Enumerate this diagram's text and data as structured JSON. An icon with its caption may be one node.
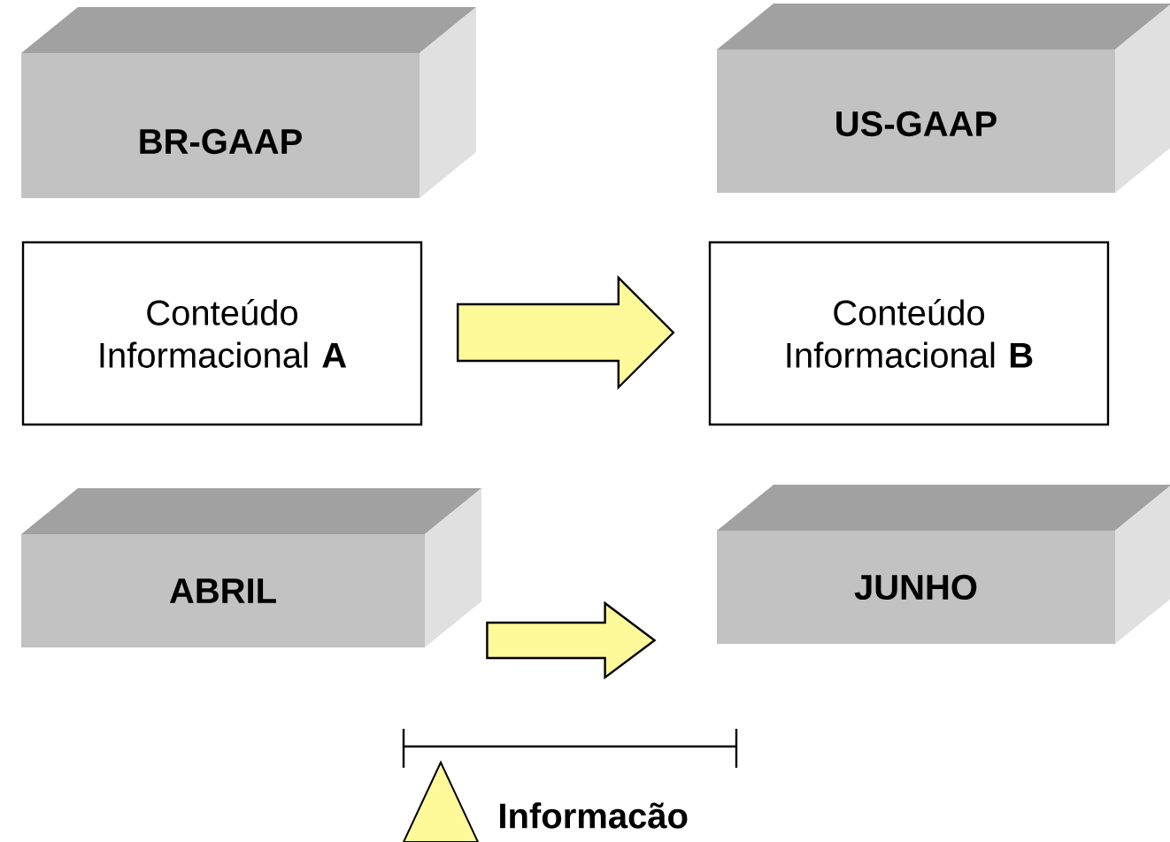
{
  "diagram": {
    "nodes": [
      {
        "text": [
          "BR-GAAP"
        ]
      },
      {
        "text": [
          "US-GAAP"
        ]
      },
      {
        "text": [
          "Conteúdo Informacional **A**"
        ]
      },
      {
        "text": [
          "Conteúdo Informacional **B**"
        ]
      },
      {
        "text": [
          "ABRIL"
        ]
      },
      {
        "text": [
          "JUNHO"
        ]
      }
    ],
    "edges": [
      {
        "from": 2,
        "to": 3,
        "arrow": "to"
      },
      {
        "from": 4,
        "to": 5,
        "arrow": "to"
      }
    ],
    "labels": [
      "Informacão"
    ]
  }
}
